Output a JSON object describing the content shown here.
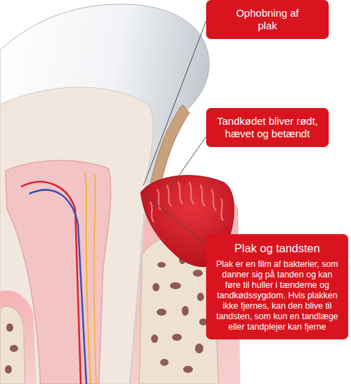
{
  "diagram": {
    "nodes": [
      {
        "text": [
          "Ophobning af plak"
        ]
      },
      {
        "text": [
          "Tandkødet bliver rødt, hævet og betændt"
        ]
      },
      {
        "text": [
          "Plak og tandsten",
          "Plak er en film af bakterier, som danner sig på tanden og kan føre til huller i tænderne og tandkødssygdom. Hvis plakken ikke fjernes, kan den blive til tandsten, som kun en tandlæge eller tandplejer kan fjerne"
        ]
      }
    ]
  }
}
